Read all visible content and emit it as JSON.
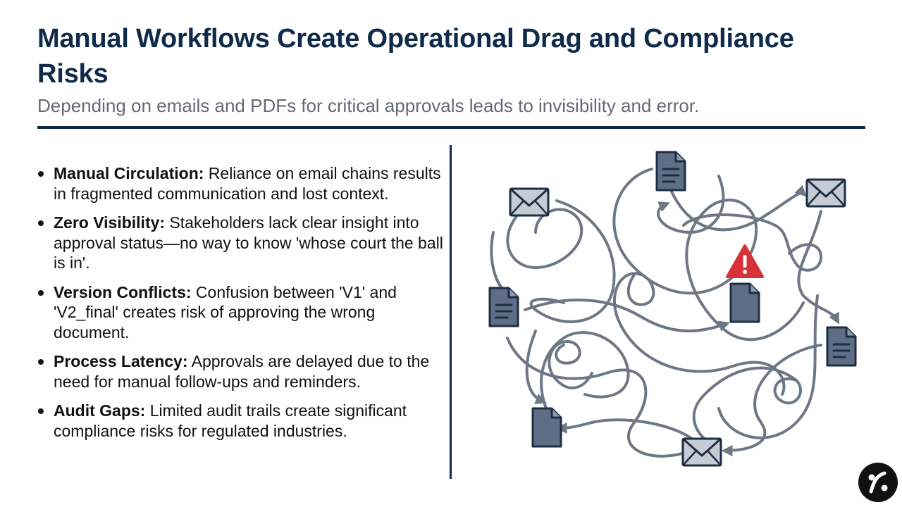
{
  "slide": {
    "title": "Manual Workflows Create Operational Drag and Compliance Risks",
    "subtitle": "Depending on emails and PDFs for critical approvals leads to invisibility and error."
  },
  "bullets": [
    {
      "term": "Manual Circulation:",
      "text": " Reliance on email chains results in fragmented communication and lost context."
    },
    {
      "term": "Zero Visibility:",
      "text": " Stakeholders lack clear insight into approval status—no way to know 'whose court the ball is in'."
    },
    {
      "term": "Version Conflicts:",
      "text": " Confusion between 'V1' and 'V2_final' creates risk of approving the wrong document."
    },
    {
      "term": "Process Latency:",
      "text": " Approvals are delayed due to the need for manual follow-ups and reminders."
    },
    {
      "term": "Audit Gaps:",
      "text": " Limited audit trails create significant compliance risks for regulated industries."
    }
  ],
  "diagram": {
    "icons": [
      "document-icon",
      "envelope-icon",
      "warning-icon",
      "tangle-line"
    ],
    "colors": {
      "navy": "#0f2a4a",
      "icon_stroke": "#1e2d42",
      "icon_fill": "#5d6e86",
      "envelope_fill": "#c6ccd5",
      "line": "#6e7785",
      "warning": "#d83137"
    }
  },
  "logo": {
    "icon": "percent-logo-icon"
  }
}
